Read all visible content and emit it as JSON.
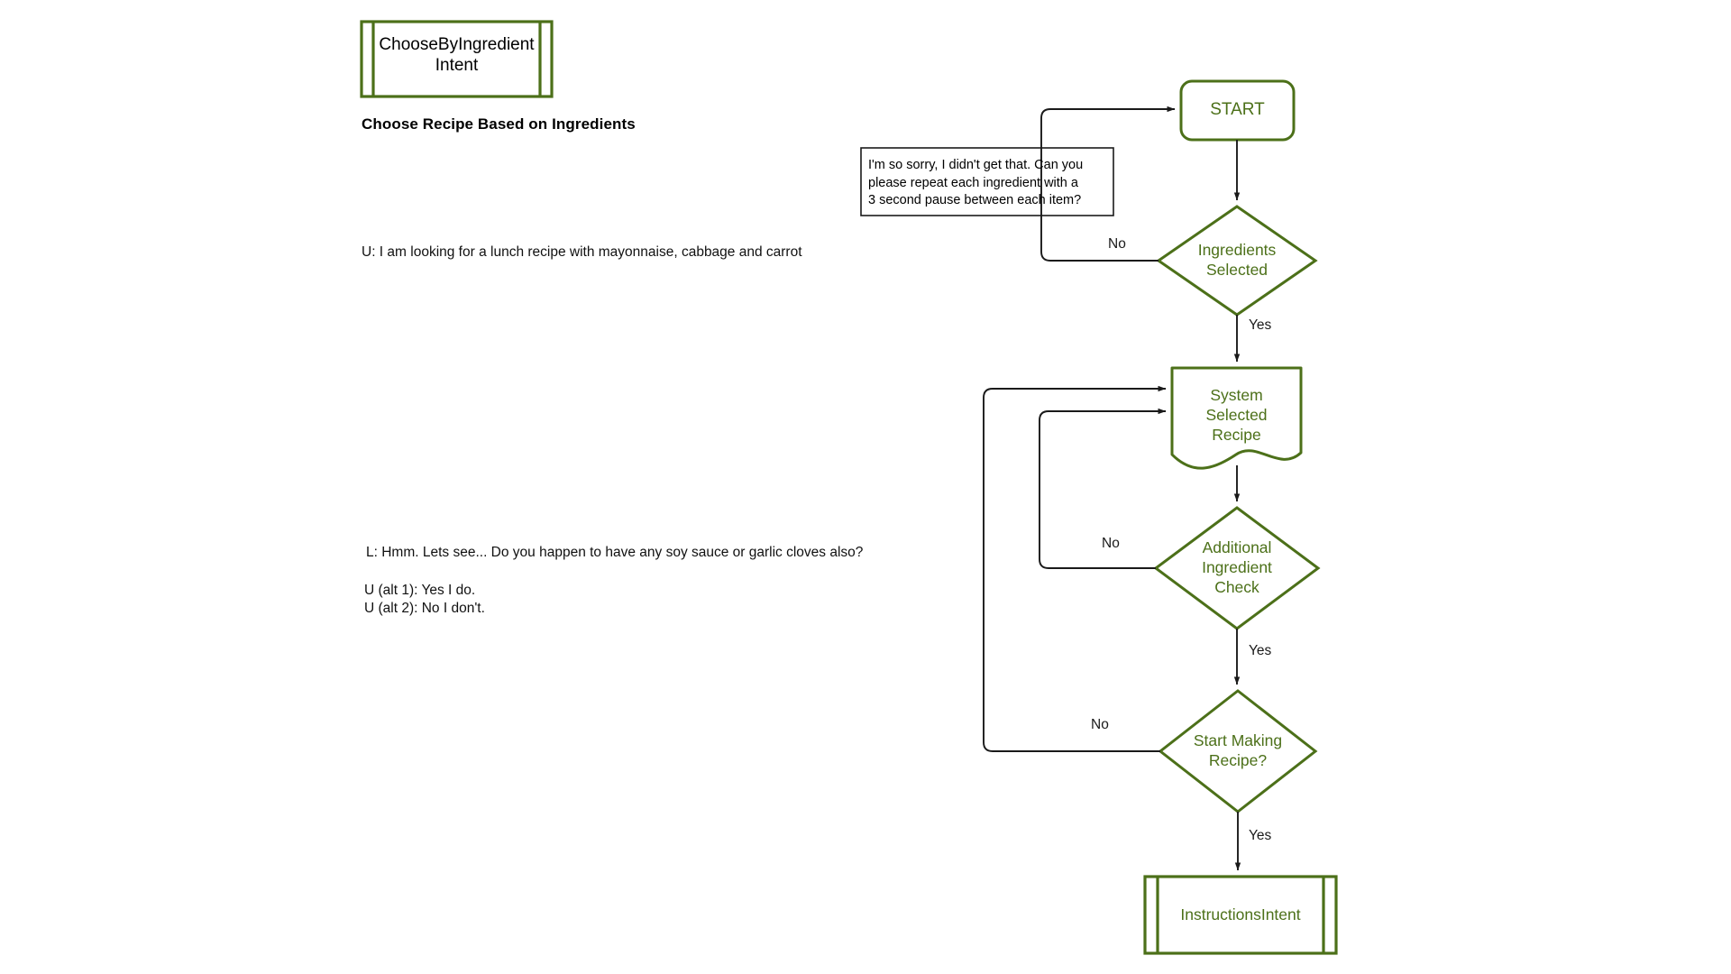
{
  "diagram": {
    "title": "Choose Recipe Based on Ingredients",
    "accent_color": "#4C7019",
    "line_color": "#1a1a1a",
    "background": "#ffffff"
  },
  "intent_box": {
    "label_line1": "ChooseByIngredient",
    "label_line2": "Intent",
    "shape": "predefined-process"
  },
  "transcript": {
    "user_opening": "U: I am looking for a lunch recipe with mayonnaise, cabbage and carrot",
    "assistant_reply": "L: Hmm. Lets see... Do you happen to have any soy sauce or garlic cloves also?",
    "user_alt_1": "U (alt 1): Yes I do.",
    "user_alt_2": "U (alt 2): No I don't."
  },
  "note": {
    "line1": "I'm so sorry, I didn't get that. Can you",
    "line2": " please repeat each ingredient with a",
    "line3": "3 second pause between each item?"
  },
  "nodes": {
    "start": {
      "label": "START",
      "shape": "terminator"
    },
    "ingredients_selected": {
      "label_line1": "Ingredients",
      "label_line2": "Selected",
      "shape": "decision"
    },
    "system_selected_recipe": {
      "label_line1": "System",
      "label_line2": "Selected",
      "label_line3": "Recipe",
      "shape": "document"
    },
    "additional_ingredient_check": {
      "label_line1": "Additional",
      "label_line2": "Ingredient",
      "label_line3": "Check",
      "shape": "decision"
    },
    "start_making_recipe": {
      "label_line1": "Start Making",
      "label_line2": "Recipe?",
      "shape": "decision"
    },
    "instructions_intent": {
      "label": "InstructionsIntent",
      "shape": "predefined-process"
    }
  },
  "edge_labels": {
    "ingredients_no": "No",
    "ingredients_yes": "Yes",
    "additional_no": "No",
    "additional_yes": "Yes",
    "start_making_no": "No",
    "start_making_yes": "Yes"
  }
}
